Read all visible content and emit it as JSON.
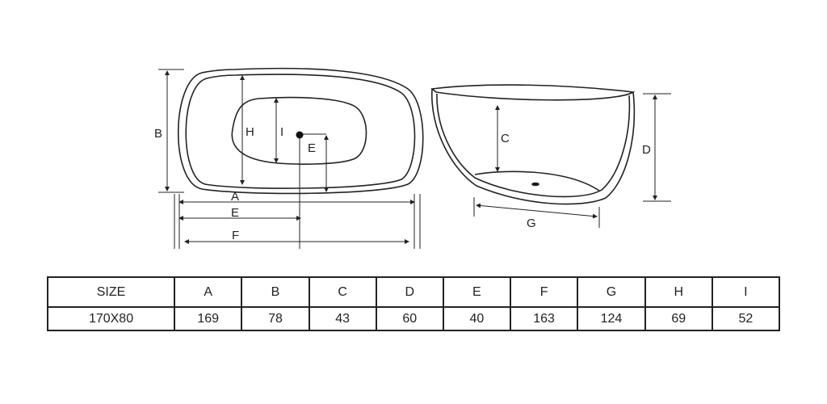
{
  "diagram": {
    "top_view_labels": {
      "A": "A",
      "B": "B",
      "E_vertical": "E",
      "E_horizontal": "E",
      "F": "F",
      "H": "H",
      "I": "I"
    },
    "side_view_labels": {
      "C": "C",
      "D": "D",
      "G": "G"
    }
  },
  "table": {
    "headers": [
      "SIZE",
      "A",
      "B",
      "C",
      "D",
      "E",
      "F",
      "G",
      "H",
      "I"
    ],
    "rows": [
      [
        "170X80",
        "169",
        "78",
        "43",
        "60",
        "40",
        "163",
        "124",
        "69",
        "52"
      ]
    ]
  }
}
